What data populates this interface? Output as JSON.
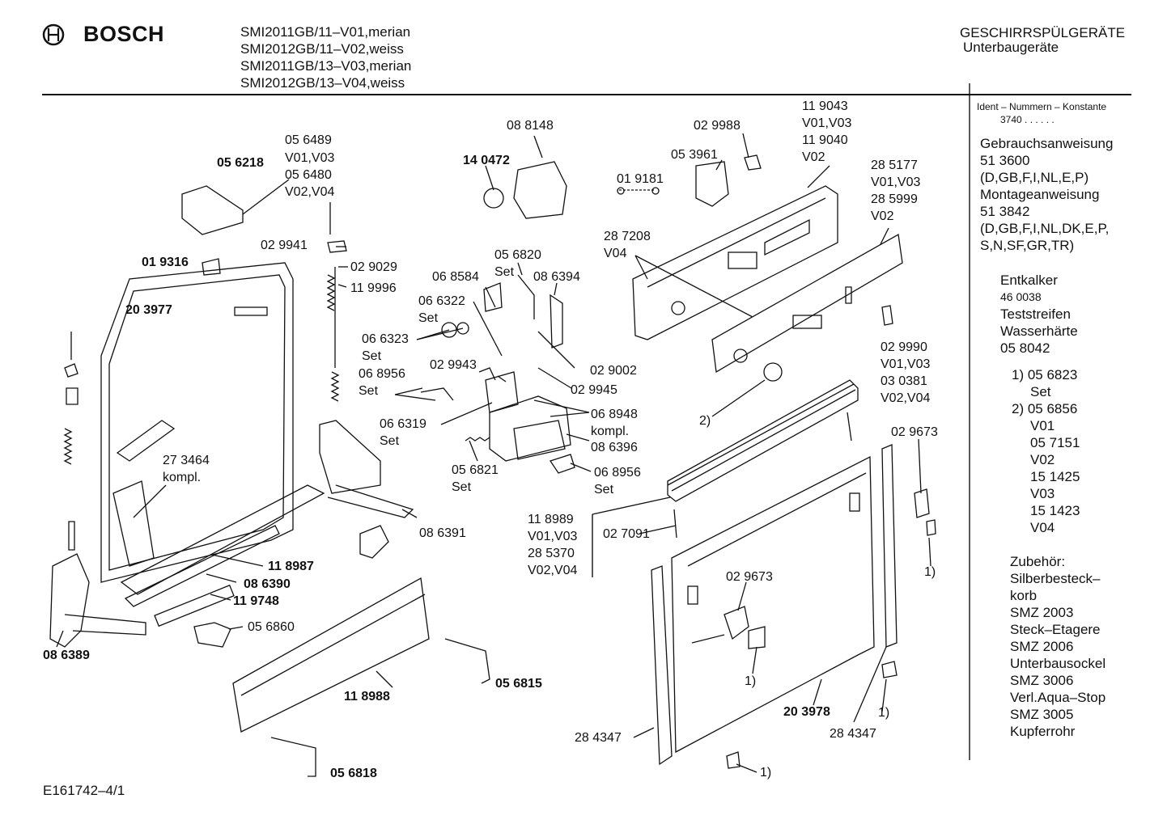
{
  "header": {
    "brand": "BOSCH",
    "models": [
      "SMI2011GB/11–V01,merian",
      "SMI2012GB/11–V02,weiss",
      "SMI2011GB/13–V03,merian",
      "SMI2012GB/13–V04,weiss"
    ],
    "category": "GESCHIRRSPÜLGERÄTE",
    "subcategory": "Unterbaugeräte"
  },
  "side_panel": {
    "ident_title": "Ident – Nummern – Konstante",
    "ident_value": "3740  .  .    .  .  .  .",
    "block1": [
      "Gebrauchsanweisung",
      "51 3600",
      "(D,GB,F,I,NL,E,P)",
      "Montageanweisung",
      "51 3842",
      "(D,GB,F,I,NL,DK,E,P,",
      "S,N,SF,GR,TR)"
    ],
    "block2": [
      "Entkalker",
      "46 0038",
      "Teststreifen",
      "Wasserhärte",
      "05 8042"
    ],
    "block3": [
      "1)  05 6823",
      "Set",
      "2)  05 6856",
      "V01",
      "05 7151",
      "V02",
      "15 1425",
      "V03",
      "15 1423",
      "V04"
    ],
    "block4": [
      "Zubehör:",
      "Silberbesteck–",
      "korb",
      "SMZ 2003",
      "Steck–Etagere",
      "SMZ 2006",
      "Unterbausockel",
      "SMZ 3006",
      "Verl.Aqua–Stop",
      "SMZ 3005",
      "Kupferrohr"
    ]
  },
  "footer": {
    "drawing_id": "E161742–4/1"
  },
  "part_labels": [
    {
      "text": "05 6489"
    },
    {
      "text": "V01,V03"
    },
    {
      "text": "05 6218"
    },
    {
      "text": "05 6480"
    },
    {
      "text": "V02,V04"
    },
    {
      "text": "02 9941"
    },
    {
      "text": "01 9316"
    },
    {
      "text": "02 9029"
    },
    {
      "text": "11 9996"
    },
    {
      "text": "20 3977"
    },
    {
      "text": "27 3464"
    },
    {
      "text": "kompl."
    },
    {
      "text": "11 8987"
    },
    {
      "text": "08 6390"
    },
    {
      "text": "11 9748"
    },
    {
      "text": "05 6860"
    },
    {
      "text": "08 6389"
    },
    {
      "text": "11 8988"
    },
    {
      "text": "05 6815"
    },
    {
      "text": "05 6818"
    },
    {
      "text": "08 6391"
    },
    {
      "text": "08 8148"
    },
    {
      "text": "14 0472"
    },
    {
      "text": "05 6820"
    },
    {
      "text": "Set"
    },
    {
      "text": "06 8584"
    },
    {
      "text": "08 6394"
    },
    {
      "text": "06 6322"
    },
    {
      "text": "Set"
    },
    {
      "text": "06 6323"
    },
    {
      "text": "Set"
    },
    {
      "text": "02 9943"
    },
    {
      "text": "06 8956"
    },
    {
      "text": "Set"
    },
    {
      "text": "02 9002"
    },
    {
      "text": "02 9945"
    },
    {
      "text": "06 6319"
    },
    {
      "text": "Set"
    },
    {
      "text": "06 8948"
    },
    {
      "text": "kompl."
    },
    {
      "text": "08 6396"
    },
    {
      "text": "05 6821"
    },
    {
      "text": "Set"
    },
    {
      "text": "06 8956"
    },
    {
      "text": "Set"
    },
    {
      "text": "02 9988"
    },
    {
      "text": "05 3961"
    },
    {
      "text": "01 9181"
    },
    {
      "text": "11 9043"
    },
    {
      "text": "V01,V03"
    },
    {
      "text": "11 9040"
    },
    {
      "text": "V02"
    },
    {
      "text": "28 5177"
    },
    {
      "text": "V01,V03"
    },
    {
      "text": "28 5999"
    },
    {
      "text": "V02"
    },
    {
      "text": "28 7208"
    },
    {
      "text": "V04"
    },
    {
      "text": "02 9990"
    },
    {
      "text": "V01,V03"
    },
    {
      "text": "03 0381"
    },
    {
      "text": "V02,V04"
    },
    {
      "text": "2)"
    },
    {
      "text": "02 9673"
    },
    {
      "text": "11 8989"
    },
    {
      "text": "V01,V03"
    },
    {
      "text": "28 5370"
    },
    {
      "text": "V02,V04"
    },
    {
      "text": "02 7091"
    },
    {
      "text": "1)"
    },
    {
      "text": "02 9673"
    },
    {
      "text": "1)"
    },
    {
      "text": "20 3978"
    },
    {
      "text": "28 4347"
    },
    {
      "text": "28 4347"
    },
    {
      "text": "1)"
    },
    {
      "text": "1)"
    }
  ]
}
